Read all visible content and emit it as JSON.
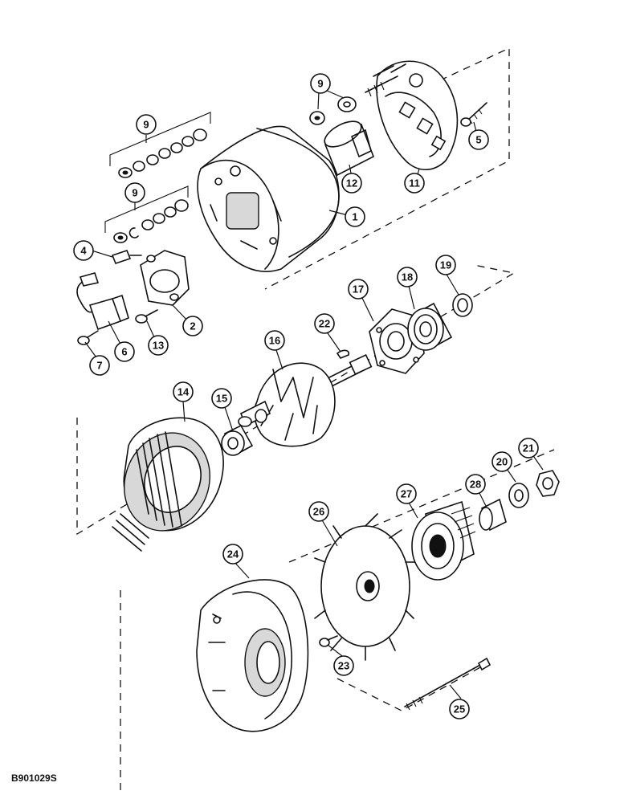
{
  "figure": {
    "code": "B901029S"
  },
  "callouts": [
    "1",
    "2",
    "4",
    "5",
    "6",
    "7",
    "9",
    "9",
    "9",
    "11",
    "12",
    "13",
    "14",
    "15",
    "16",
    "17",
    "18",
    "19",
    "20",
    "21",
    "22",
    "23",
    "24",
    "25",
    "26",
    "27",
    "28"
  ]
}
